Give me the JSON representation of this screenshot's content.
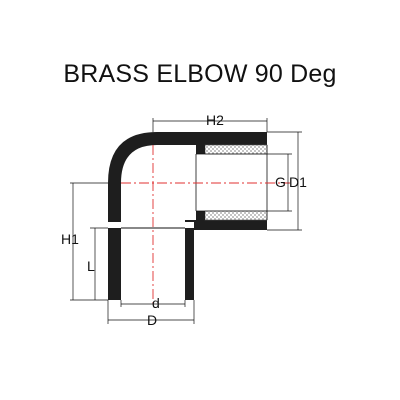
{
  "title": "BRASS ELBOW 90 Deg",
  "dimensions": {
    "h2": "H2",
    "g": "G",
    "d1": "D1",
    "h1": "H1",
    "l": "L",
    "d_small": "d",
    "d_large": "D"
  },
  "colors": {
    "body": "#1e1e1e",
    "line": "#111111",
    "centerline": "#e03030",
    "thread": "#b8b8b8"
  }
}
